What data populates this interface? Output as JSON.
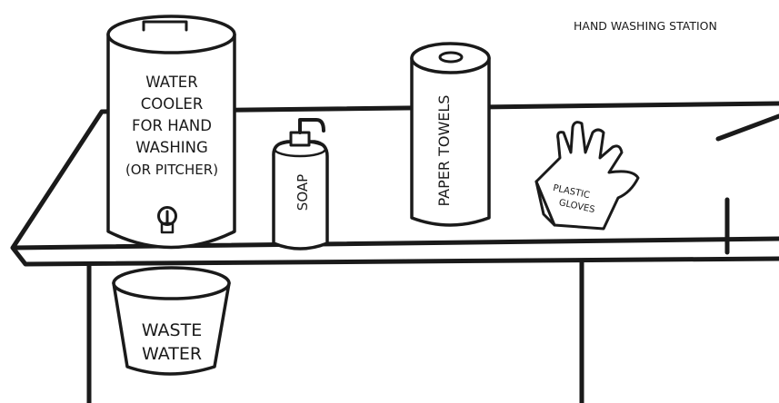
{
  "title": "HAND WASHING STATION",
  "cooler": {
    "lines": [
      "WATER",
      "COOLER",
      "FOR HAND",
      "WASHING",
      "(OR PITCHER)"
    ]
  },
  "soap": {
    "label": "SOAP"
  },
  "towels": {
    "label": "PAPER TOWELS"
  },
  "gloves": {
    "lines": [
      "PLASTIC",
      "GLOVES"
    ]
  },
  "bucket": {
    "lines": [
      "WASTE",
      "WATER"
    ]
  },
  "colors": {
    "ink": "#1a1a1a",
    "paper": "#ffffff"
  }
}
